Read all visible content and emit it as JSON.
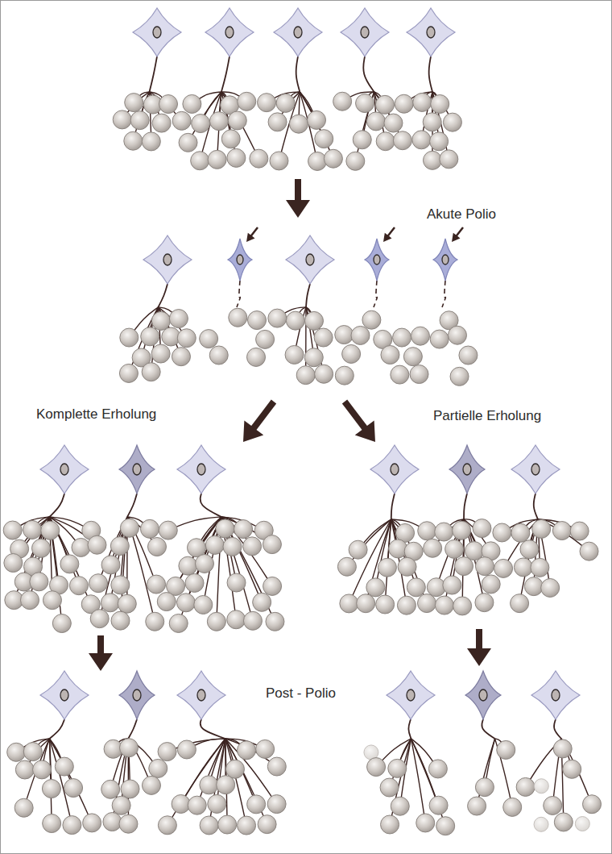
{
  "diagram": {
    "labels": [
      "Akute Polio",
      "Komplette Erholung",
      "Partielle Erholung",
      "Post - Polio"
    ]
  }
}
